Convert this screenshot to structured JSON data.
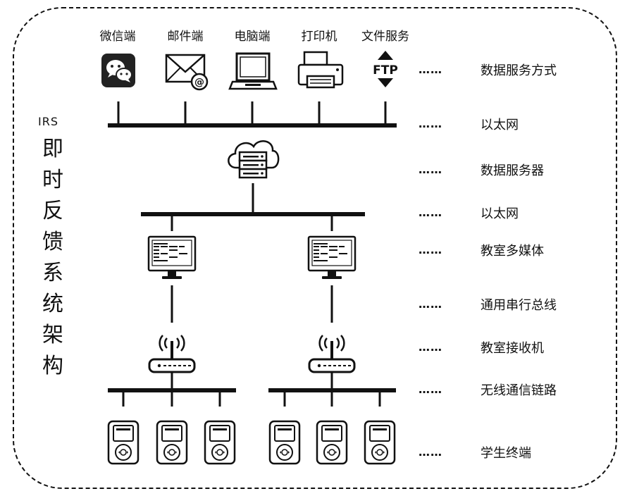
{
  "title": {
    "prefix": "IRS",
    "chars": [
      "即",
      "时",
      "反",
      "馈",
      "系",
      "统",
      "架",
      "构"
    ]
  },
  "devices": [
    {
      "label": "微信端",
      "icon": "wechat-icon"
    },
    {
      "label": "邮件端",
      "icon": "mail-icon"
    },
    {
      "label": "电脑端",
      "icon": "laptop-icon"
    },
    {
      "label": "打印机",
      "icon": "printer-icon"
    },
    {
      "label": "文件服务",
      "icon": "ftp-icon",
      "icon_text": "FTP"
    }
  ],
  "layers": [
    {
      "label": "数据服务方式"
    },
    {
      "label": "以太网"
    },
    {
      "label": "数据服务器"
    },
    {
      "label": "以太网"
    },
    {
      "label": "教室多媒体"
    },
    {
      "label": "通用串行总线"
    },
    {
      "label": "教室接收机"
    },
    {
      "label": "无线通信链路"
    },
    {
      "label": "学生终端"
    }
  ],
  "connector": "……"
}
